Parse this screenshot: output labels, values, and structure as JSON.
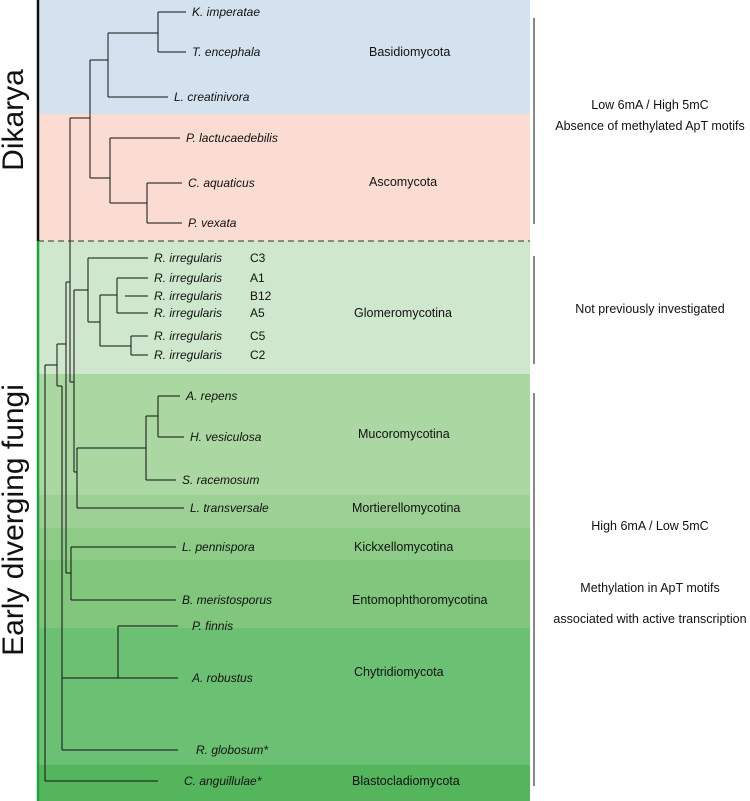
{
  "groups": {
    "dikarya": "Dikarya",
    "early": "Early diverging fungi"
  },
  "clades": {
    "basidiomycota": "Basidiomycota",
    "ascomycota": "Ascomycota",
    "glomeromycotina": "Glomeromycotina",
    "mucoromycotina": "Mucoromycotina",
    "mortierellomycotina": "Mortierellomycotina",
    "kickxellomycotina": "Kickxellomycotina",
    "entomophthoromycotina": "Entomophthoromycotina",
    "chytridiomycota": "Chytridiomycota",
    "blastocladiomycota": "Blastocladiomycota"
  },
  "taxa": {
    "k_imperatae": "K. imperatae",
    "t_encephala": "T. encephala",
    "l_creatinivora": "L. creatinivora",
    "p_lactucaedebilis": "P. lactucaedebilis",
    "c_aquaticus": "C. aquaticus",
    "p_vexata": "P. vexata",
    "r_irregularis": "R. irregularis",
    "a_repens": "A. repens",
    "h_vesiculosa": "H. vesiculosa",
    "s_racemosum": "S. racemosum",
    "l_transversale": "L. transversale",
    "l_pennispora": "L. pennispora",
    "b_meristosporus": "B. meristosporus",
    "p_finnis": "P. finnis",
    "a_robustus": "A. robustus",
    "r_globosum": "R. globosum*",
    "c_anguillulae": "C. anguillulae*"
  },
  "strains": {
    "c3": "C3",
    "a1": "A1",
    "b12": "B12",
    "a5": "A5",
    "c5": "C5",
    "c2": "C2"
  },
  "notes": {
    "dikarya_line1": "Low 6mA / High 5mC",
    "dikarya_line2": "Absence of methylated ApT motifs",
    "glomero": "Not previously investigated",
    "early_line1": "High 6mA / Low 5mC",
    "early_line2": "Methylation in ApT motifs",
    "early_line3": "associated with active transcription"
  },
  "colors": {
    "basidiomycota_bg": "#d4e2ef",
    "ascomycota_bg": "#fadcd2",
    "glomeromycotina_bg": "#cfe7cc",
    "mucoromycotina_bg": "#abd7a3",
    "mortierellomycotina_bg": "#9dd094",
    "kickxellomycotina_bg": "#8ccc86",
    "entomophthoromycotina_bg": "#80c67c",
    "chytridiomycota_bg": "#6cc073",
    "blastocladiomycota_bg": "#55b55d",
    "green_bar": "#22a043"
  }
}
